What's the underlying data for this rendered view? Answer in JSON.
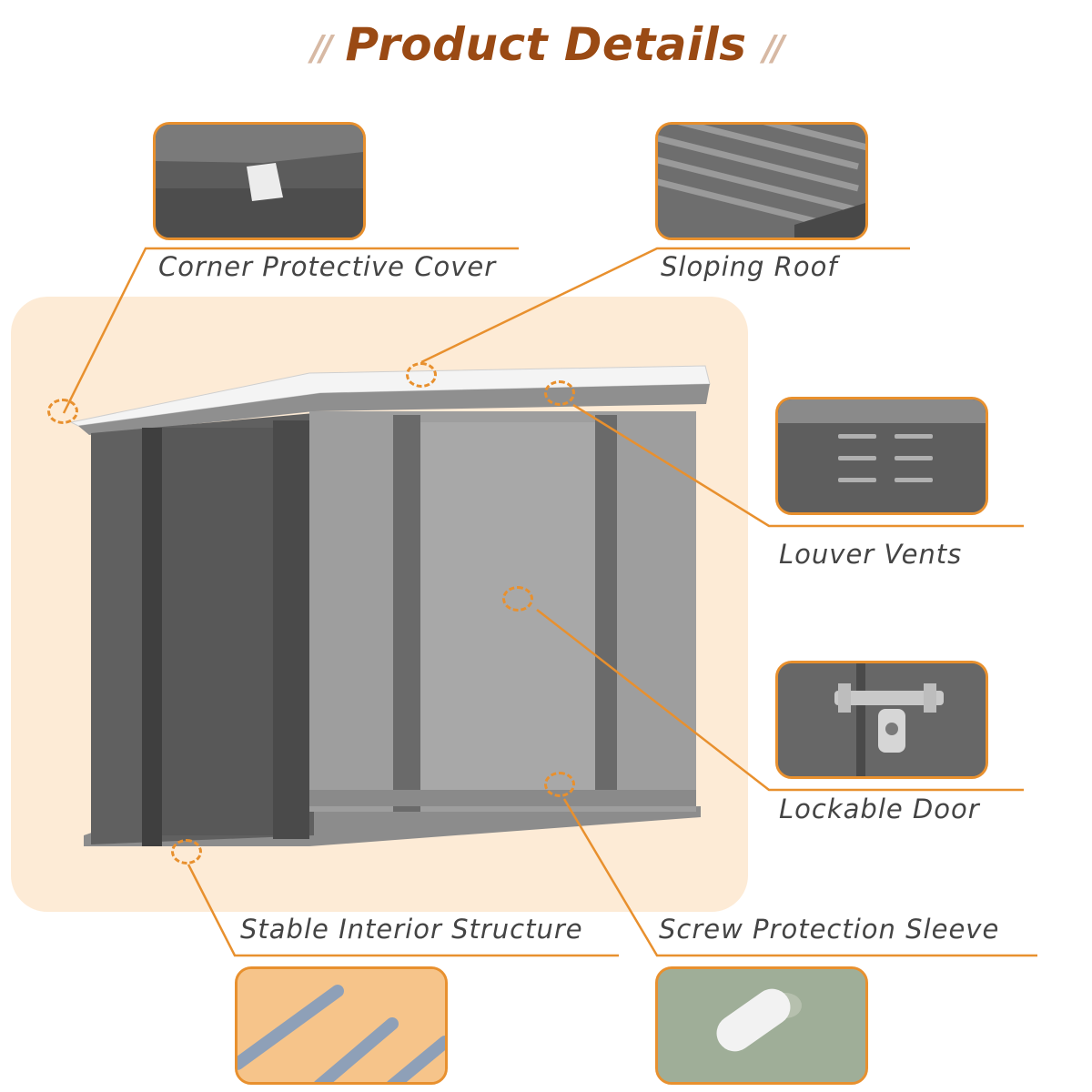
{
  "title": {
    "text": "Product Details",
    "left_deco": "//",
    "right_deco": "//"
  },
  "colors": {
    "accent": "#e8902e",
    "title": "#9a4a14",
    "highlight_bg": "#fdebd6",
    "shed": "#5e5e5e"
  },
  "features": {
    "corner_cover": {
      "label": "Corner Protective Cover"
    },
    "sloping_roof": {
      "label": "Sloping Roof"
    },
    "louver_vents": {
      "label": "Louver Vents"
    },
    "lockable_door": {
      "label": "Lockable Door"
    },
    "stable_interior": {
      "label": "Stable Interior Structure"
    },
    "screw_sleeve": {
      "label": "Screw Protection Sleeve"
    }
  }
}
